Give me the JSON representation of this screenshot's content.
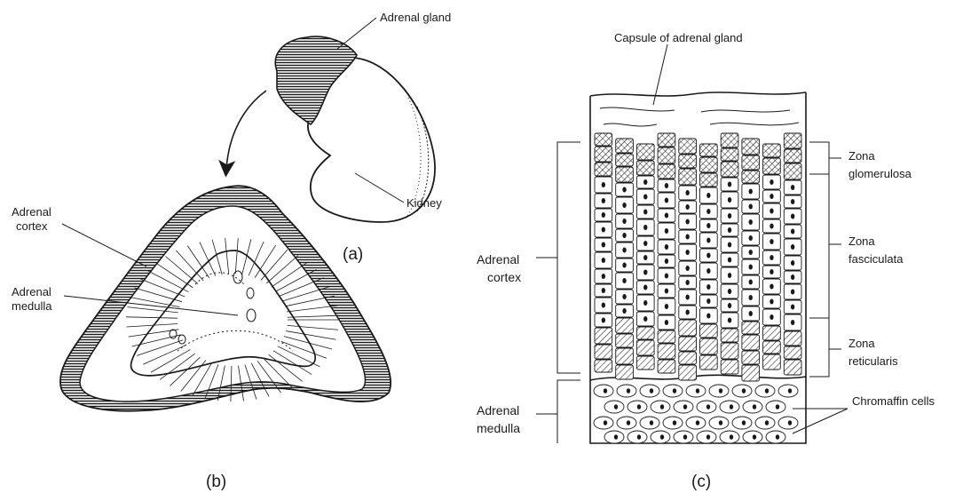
{
  "panels": {
    "a": "(a)",
    "b": "(b)",
    "c": "(c)"
  },
  "labels_a": {
    "adrenal_gland": "Adrenal gland",
    "kidney": "Kidney"
  },
  "labels_b": {
    "cortex_1": "Adrenal",
    "cortex_2": "cortex",
    "medulla_1": "Adrenal",
    "medulla_2": "medulla"
  },
  "labels_c": {
    "capsule": "Capsule of adrenal gland",
    "cortex_1": "Adrenal",
    "cortex_2": "cortex",
    "medulla_1": "Adrenal",
    "medulla_2": "medulla",
    "glom_1": "Zona",
    "glom_2": "glomerulosa",
    "fasc_1": "Zona",
    "fasc_2": "fasciculata",
    "retic_1": "Zona",
    "retic_2": "reticularis",
    "chromaffin": "Chromaffin cells"
  },
  "colors": {
    "ink": "#1a1a1a",
    "background": "#ffffff"
  }
}
